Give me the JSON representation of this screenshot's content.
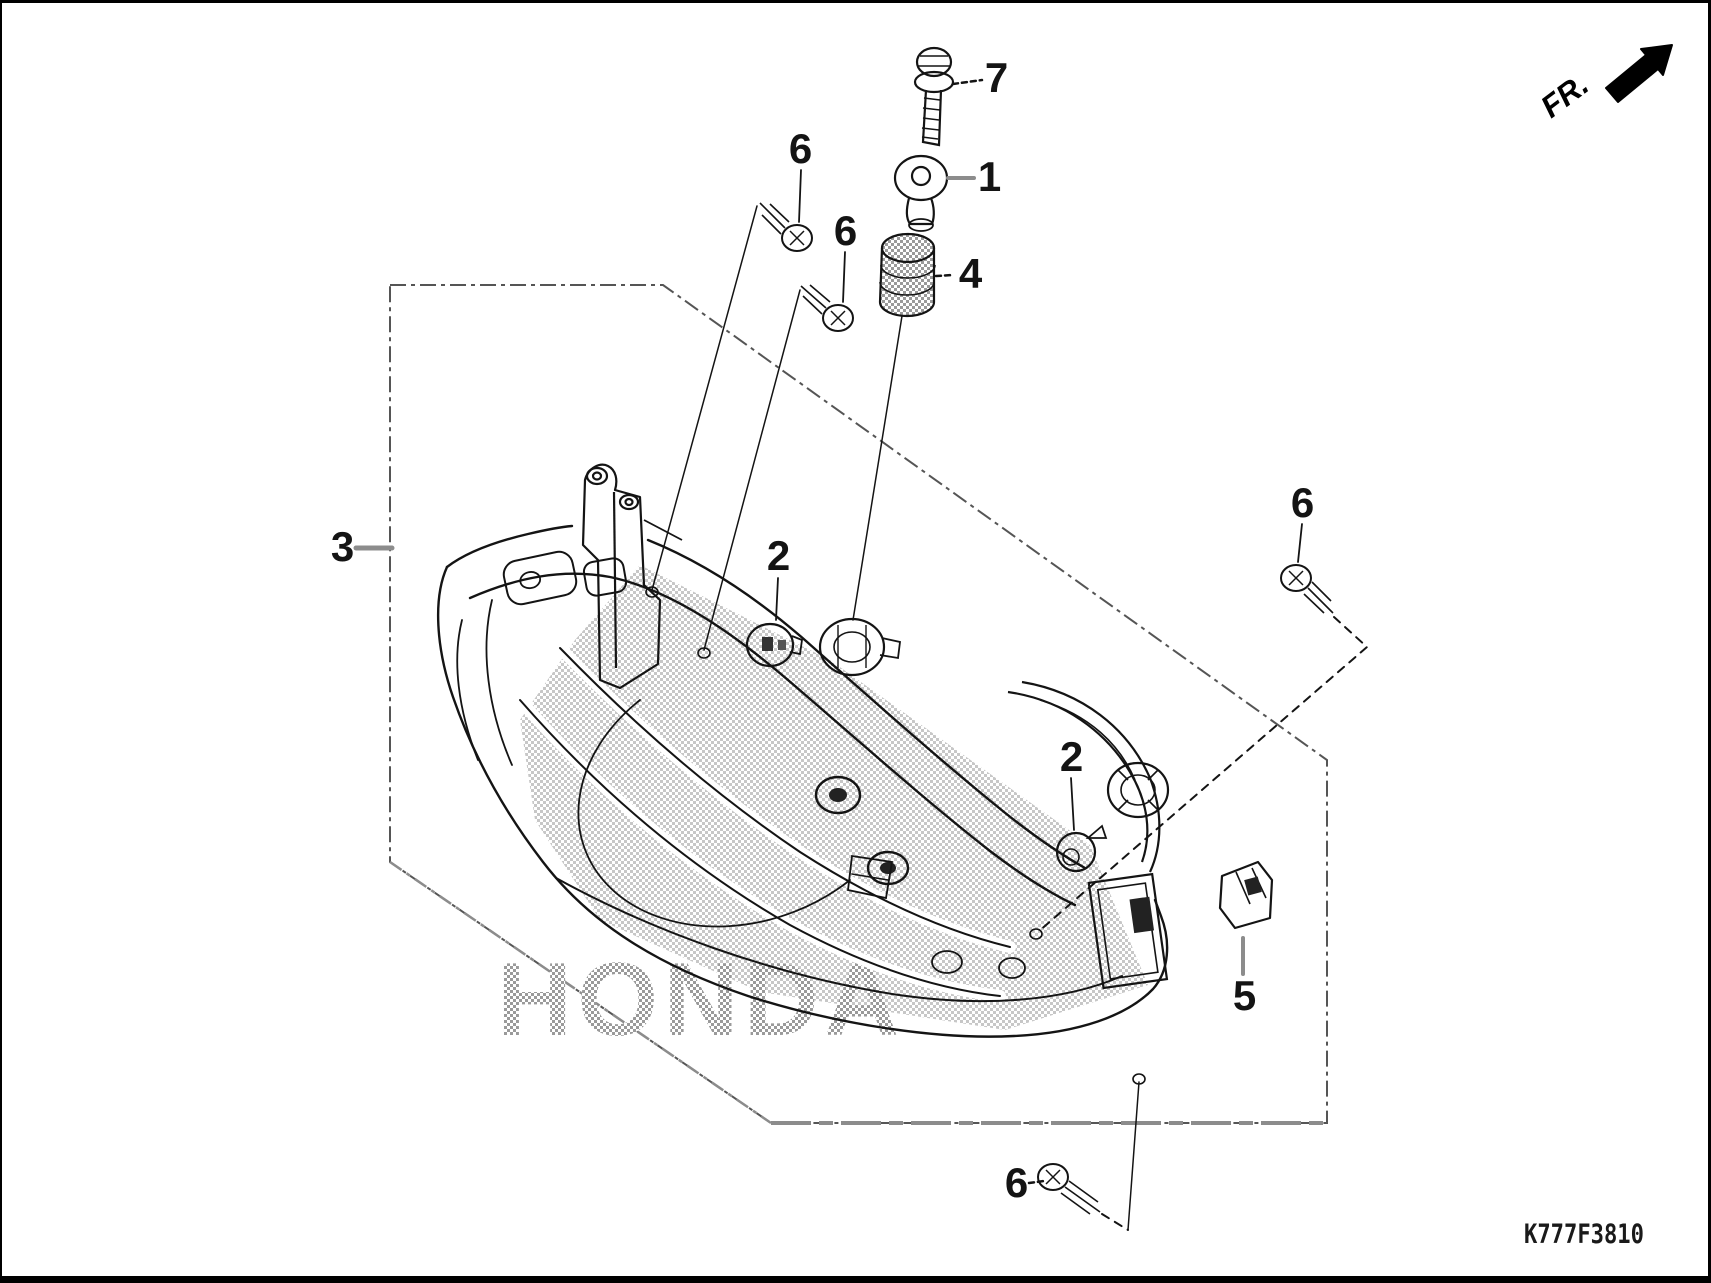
{
  "drawing": {
    "code": "K777F3810",
    "direction_label": "FR.",
    "watermark": "HONDA"
  },
  "callouts": {
    "c1": {
      "label": "1"
    },
    "c2a": {
      "label": "2"
    },
    "c2b": {
      "label": "2"
    },
    "c3": {
      "label": "3"
    },
    "c4": {
      "label": "4"
    },
    "c5": {
      "label": "5"
    },
    "c6a": {
      "label": "6"
    },
    "c6b": {
      "label": "6"
    },
    "c6c": {
      "label": "6"
    },
    "c6d": {
      "label": "6"
    },
    "c7": {
      "label": "7"
    }
  },
  "colors": {
    "line": "#141414",
    "leader_gray": "#8c8c8c",
    "halftone": "#9a9a9a",
    "frame": "#000000",
    "background": "#ffffff"
  }
}
